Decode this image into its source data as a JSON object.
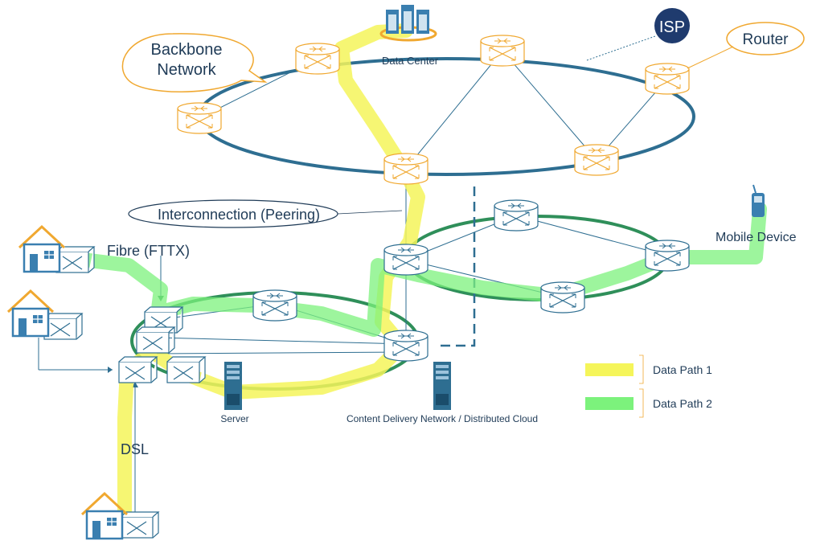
{
  "labels": {
    "backbone_line1": "Backbone",
    "backbone_line2": "Network",
    "isp": "ISP",
    "router": "Router",
    "data_center": "Data Center",
    "interconnection": "Interconnection (Peering)",
    "fibre": "Fibre (FTTX)",
    "mobile_device": "Mobile Device",
    "server": "Server",
    "cdn": "Content Delivery Network / Distributed Cloud",
    "dsl": "DSL"
  },
  "legend": {
    "items": [
      {
        "label": "Data Path 1",
        "color": "#f5f55a"
      },
      {
        "label": "Data Path 2",
        "color": "#7cf27c"
      }
    ]
  },
  "colors": {
    "ring_blue": "#2e6e91",
    "backbone_router": "#f0a830",
    "access_router": "#2e6e91",
    "ring_green": "#2f8f5a",
    "path1": "#f5f55a",
    "path2": "#7cf27c",
    "house": "#3a7fb0",
    "roof": "#f0a830"
  }
}
